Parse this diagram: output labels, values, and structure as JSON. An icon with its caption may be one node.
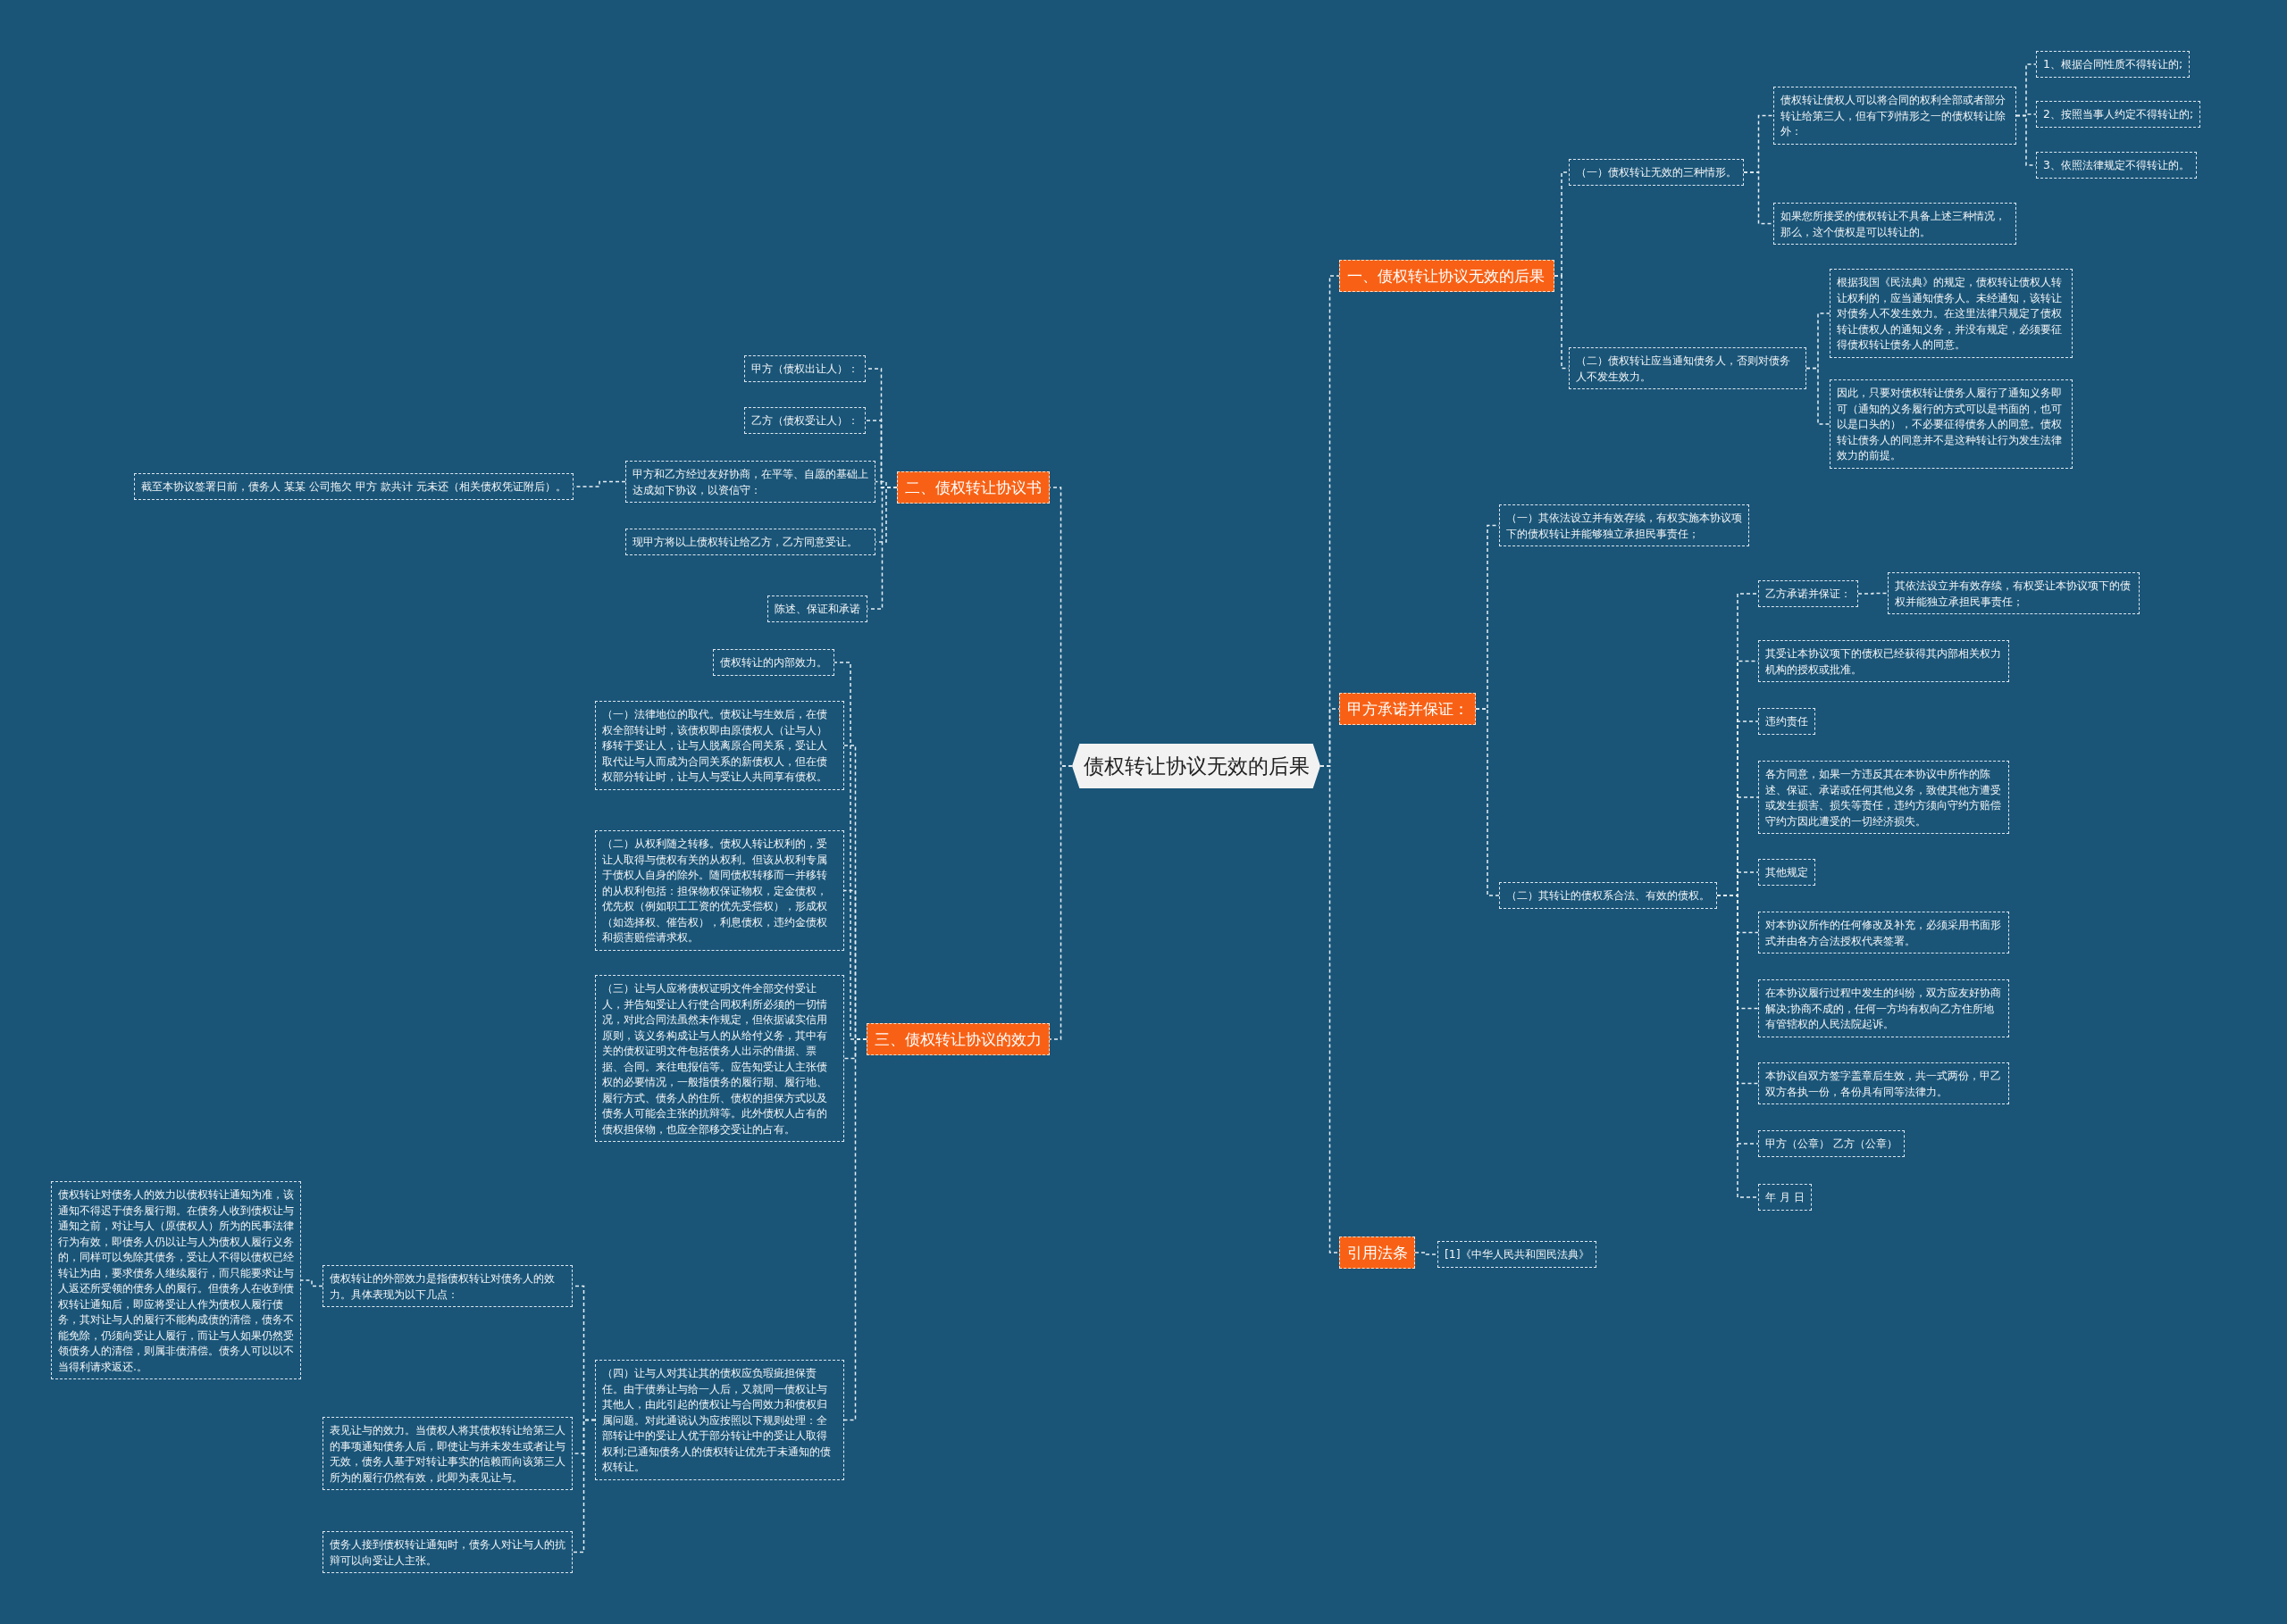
{
  "diagram": {
    "nodes": [
      {
        "text": [
          "债权转让协议无效的后果"
        ]
      },
      {
        "text": [
          "一、债权转让协议无效的后果"
        ]
      },
      {
        "text": [
          "（一）债权转让无效的三种情形。"
        ]
      },
      {
        "text": [
          "债权转让债权人可以将合同的权利全部或者部分转让给第三人，但有下列情形之一的债权转让除外："
        ]
      },
      {
        "text": [
          "1、根据合同性质不得转让的;"
        ]
      },
      {
        "text": [
          "2、按照当事人约定不得转让的;"
        ]
      },
      {
        "text": [
          "3、依照法律规定不得转让的。"
        ]
      },
      {
        "text": [
          "如果您所接受的债权转让不具备上述三种情况，那么，这个债权是可以转让的。"
        ]
      },
      {
        "text": [
          "（二）债权转让应当通知债务人，否则对债务人不发生效力。"
        ]
      },
      {
        "text": [
          "根据我国《民法典》的规定，债权转让债权人转让权利的，应当通知债务人。未经通知，该转让对债务人不发生效力。在这里法律只规定了债权转让债权人的通知义务，并没有规定，必须要征得债权转让债务人的同意。"
        ]
      },
      {
        "text": [
          "因此，只要对债权转让债务人履行了通知义务即可（通知的义务履行的方式可以是书面的，也可以是口头的），不必要征得债务人的同意。债权转让债务人的同意并不是这种转让行为发生法律效力的前提。"
        ]
      },
      {
        "text": [
          "甲方承诺并保证："
        ]
      },
      {
        "text": [
          "（一）其依法设立并有效存续，有权实施本协议项下的债权转让并能够独立承担民事责任；"
        ]
      },
      {
        "text": [
          "（二）其转让的债权系合法、有效的债权。"
        ]
      },
      {
        "text": [
          "乙方承诺并保证："
        ]
      },
      {
        "text": [
          "其依法设立并有效存续，有权受让本协议项下的债权并能独立承担民事责任；"
        ]
      },
      {
        "text": [
          "其受让本协议项下的债权已经获得其内部相关权力机构的授权或批准。"
        ]
      },
      {
        "text": [
          "违约责任"
        ]
      },
      {
        "text": [
          "各方同意，如果一方违反其在本协议中所作的陈述、保证、承诺或任何其他义务，致使其他方遭受或发生损害、损失等责任，违约方须向守约方赔偿守约方因此遭受的一切经济损失。"
        ]
      },
      {
        "text": [
          "其他规定"
        ]
      },
      {
        "text": [
          "对本协议所作的任何修改及补充，必须采用书面形式并由各方合法授权代表签署。"
        ]
      },
      {
        "text": [
          "在本协议履行过程中发生的纠纷，双方应友好协商解决;协商不成的，任何一方均有权向乙方住所地有管辖权的人民法院起诉。"
        ]
      },
      {
        "text": [
          "本协议自双方签字盖章后生效，共一式两份，甲乙双方各执一份，各份具有同等法律力。"
        ]
      },
      {
        "text": [
          "甲方（公章） 乙方（公章）"
        ]
      },
      {
        "text": [
          "年 月 日"
        ]
      },
      {
        "text": [
          "引用法条"
        ]
      },
      {
        "text": [
          "[1]《中华人民共和国民法典》"
        ]
      },
      {
        "text": [
          "二、债权转让协议书"
        ]
      },
      {
        "text": [
          "甲方（债权出让人）："
        ]
      },
      {
        "text": [
          "乙方（债权受让人）："
        ]
      },
      {
        "text": [
          "甲方和乙方经过友好协商，在平等、自愿的基础上达成如下协议，以资信守："
        ]
      },
      {
        "text": [
          "截至本协议签署日前，债务人 某某 公司拖欠 甲方 款共计 元未还（相关债权凭证附后）。"
        ]
      },
      {
        "text": [
          "现甲方将以上债权转让给乙方，乙方同意受让。"
        ]
      },
      {
        "text": [
          "陈述、保证和承诺"
        ]
      },
      {
        "text": [
          "三、债权转让协议的效力"
        ]
      },
      {
        "text": [
          "债权转让的内部效力。"
        ]
      },
      {
        "text": [
          "（一）法律地位的取代。债权让与生效后，在债权全部转让时，该债权即由原债权人（让与人）移转于受让人，让与人脱离原合同关系，受让人取代让与人而成为合同关系的新债权人，但在债权部分转让时，让与人与受让人共同享有债权。"
        ]
      },
      {
        "text": [
          "（二）从权利随之转移。债权人转让权利的，受让人取得与债权有关的从权利。但该从权利专属于债权人自身的除外。随同债权转移而一并移转的从权利包括：担保物权保证物权，定金债权，优先权（例如职工工资的优先受偿权），形成权（如选择权、催告权），利息债权，违约金债权和损害赔偿请求权。"
        ]
      },
      {
        "text": [
          "（三）让与人应将债权证明文件全部交付受让人，并告知受让人行使合同权利所必须的一切情况，对此合同法虽然未作规定，但依据诚实信用原则，该义务构成让与人的从给付义务，其中有关的债权证明文件包括债务人出示的借据、票据、合同。来往电报信等。应告知受让人主张债权的必要情况，一般指债务的履行期、履行地、履行方式、债务人的住所、债权的担保方式以及债务人可能会主张的抗辩等。此外债权人占有的债权担保物，也应全部移交受让的占有。"
        ]
      },
      {
        "text": [
          "（四）让与人对其让其的债权应负瑕疵担保责任。由于债券让与给一人后，又就同一债权让与其他人，由此引起的债权让与合同效力和债权归属问题。对此通说认为应按照以下规则处理：全部转让中的受让人优于部分转让中的受让人取得权利;已通知债务人的债权转让优先于未通知的债权转让。"
        ]
      },
      {
        "text": [
          "债权转让的外部效力是指债权转让对债务人的效力。具体表现为以下几点："
        ]
      },
      {
        "text": [
          "债权转让对债务人的效力以债权转让通知为准，该通知不得迟于债务履行期。在债务人收到债权让与通知之前，对让与人（原债权人）所为的民事法律行为有效，即债务人仍以让与人为债权人履行义务的，同样可以免除其债务，受让人不得以债权已经转让为由，要求债务人继续履行，而只能要求让与人返还所受领的债务人的履行。但债务人在收到债权转让通知后，即应将受让人作为债权人履行债务，其对让与人的履行不能构成债的清偿，债务不能免除，仍须向受让人履行，而让与人如果仍然受领债务人的清偿，则属非债清偿。债务人可以以不当得利请求返还.。"
        ]
      },
      {
        "text": [
          "表见让与的效力。当债权人将其债权转让给第三人的事项通知债务人后，即使让与并未发生或者让与无效，债务人基于对转让事实的信赖而向该第三人所为的履行仍然有效，此即为表见让与。"
        ]
      },
      {
        "text": [
          "债务人接到债权转让通知时，债务人对让与人的抗辩可以向受让人主张。"
        ]
      }
    ],
    "edges": [
      {
        "from": 0,
        "to": 1,
        "arrow": "none"
      },
      {
        "from": 1,
        "to": 2,
        "arrow": "none"
      },
      {
        "from": 2,
        "to": 3,
        "arrow": "none"
      },
      {
        "from": 3,
        "to": 4,
        "arrow": "none"
      },
      {
        "from": 3,
        "to": 5,
        "arrow": "none"
      },
      {
        "from": 3,
        "to": 6,
        "arrow": "none"
      },
      {
        "from": 2,
        "to": 7,
        "arrow": "none"
      },
      {
        "from": 1,
        "to": 8,
        "arrow": "none"
      },
      {
        "from": 8,
        "to": 9,
        "arrow": "none"
      },
      {
        "from": 8,
        "to": 10,
        "arrow": "none"
      },
      {
        "from": 0,
        "to": 11,
        "arrow": "none"
      },
      {
        "from": 11,
        "to": 12,
        "arrow": "none"
      },
      {
        "from": 11,
        "to": 13,
        "arrow": "none"
      },
      {
        "from": 13,
        "to": 14,
        "arrow": "none"
      },
      {
        "from": 14,
        "to": 15,
        "arrow": "none"
      },
      {
        "from": 13,
        "to": 16,
        "arrow": "none"
      },
      {
        "from": 13,
        "to": 17,
        "arrow": "none"
      },
      {
        "from": 13,
        "to": 18,
        "arrow": "none"
      },
      {
        "from": 13,
        "to": 19,
        "arrow": "none"
      },
      {
        "from": 13,
        "to": 20,
        "arrow": "none"
      },
      {
        "from": 13,
        "to": 21,
        "arrow": "none"
      },
      {
        "from": 13,
        "to": 22,
        "arrow": "none"
      },
      {
        "from": 13,
        "to": 23,
        "arrow": "none"
      },
      {
        "from": 13,
        "to": 24,
        "arrow": "none"
      },
      {
        "from": 0,
        "to": 25,
        "arrow": "none"
      },
      {
        "from": 25,
        "to": 26,
        "arrow": "none"
      },
      {
        "from": 0,
        "to": 27,
        "arrow": "none"
      },
      {
        "from": 27,
        "to": 28,
        "arrow": "none"
      },
      {
        "from": 27,
        "to": 29,
        "arrow": "none"
      },
      {
        "from": 27,
        "to": 30,
        "arrow": "none"
      },
      {
        "from": 30,
        "to": 31,
        "arrow": "none"
      },
      {
        "from": 27,
        "to": 32,
        "arrow": "none"
      },
      {
        "from": 27,
        "to": 33,
        "arrow": "none"
      },
      {
        "from": 0,
        "to": 34,
        "arrow": "none"
      },
      {
        "from": 34,
        "to": 35,
        "arrow": "none"
      },
      {
        "from": 34,
        "to": 36,
        "arrow": "none"
      },
      {
        "from": 34,
        "to": 37,
        "arrow": "none"
      },
      {
        "from": 34,
        "to": 38,
        "arrow": "none"
      },
      {
        "from": 34,
        "to": 39,
        "arrow": "none"
      },
      {
        "from": 39,
        "to": 40,
        "arrow": "none"
      },
      {
        "from": 40,
        "to": 41,
        "arrow": "none"
      },
      {
        "from": 39,
        "to": 42,
        "arrow": "none"
      },
      {
        "from": 39,
        "to": 43,
        "arrow": "none"
      }
    ]
  }
}
